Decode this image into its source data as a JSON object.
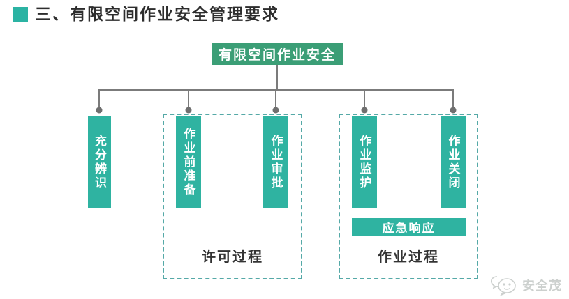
{
  "header": {
    "title": "三、有限空间作业安全管理要求"
  },
  "tree": {
    "root": "有限空间作业安全",
    "nodes": [
      {
        "label": "充分辨识",
        "group": null
      },
      {
        "label": "作业前准备",
        "group": "许可过程"
      },
      {
        "label": "作业审批",
        "group": "许可过程"
      },
      {
        "label": "作业监护",
        "group": "作业过程"
      },
      {
        "label": "作业关闭",
        "group": "作业过程"
      }
    ],
    "extra_node": "应急响应",
    "groups": [
      {
        "label": "许可过程"
      },
      {
        "label": "作业过程"
      }
    ]
  },
  "watermark": {
    "icon": "chat-bubble-face-icon",
    "text": "安全茂"
  },
  "colors": {
    "root_green": "#3B9E76",
    "bar_teal": "#2FB3A1",
    "bullet_teal": "#2BB3A3",
    "dashed_border": "#55A9A7",
    "connector_gray": "#7B7B7B",
    "dot_gray": "#6F6F6F",
    "title_text": "#2D2D2D",
    "label_text": "#333333",
    "watermark_gray": "#CCD0CE"
  }
}
